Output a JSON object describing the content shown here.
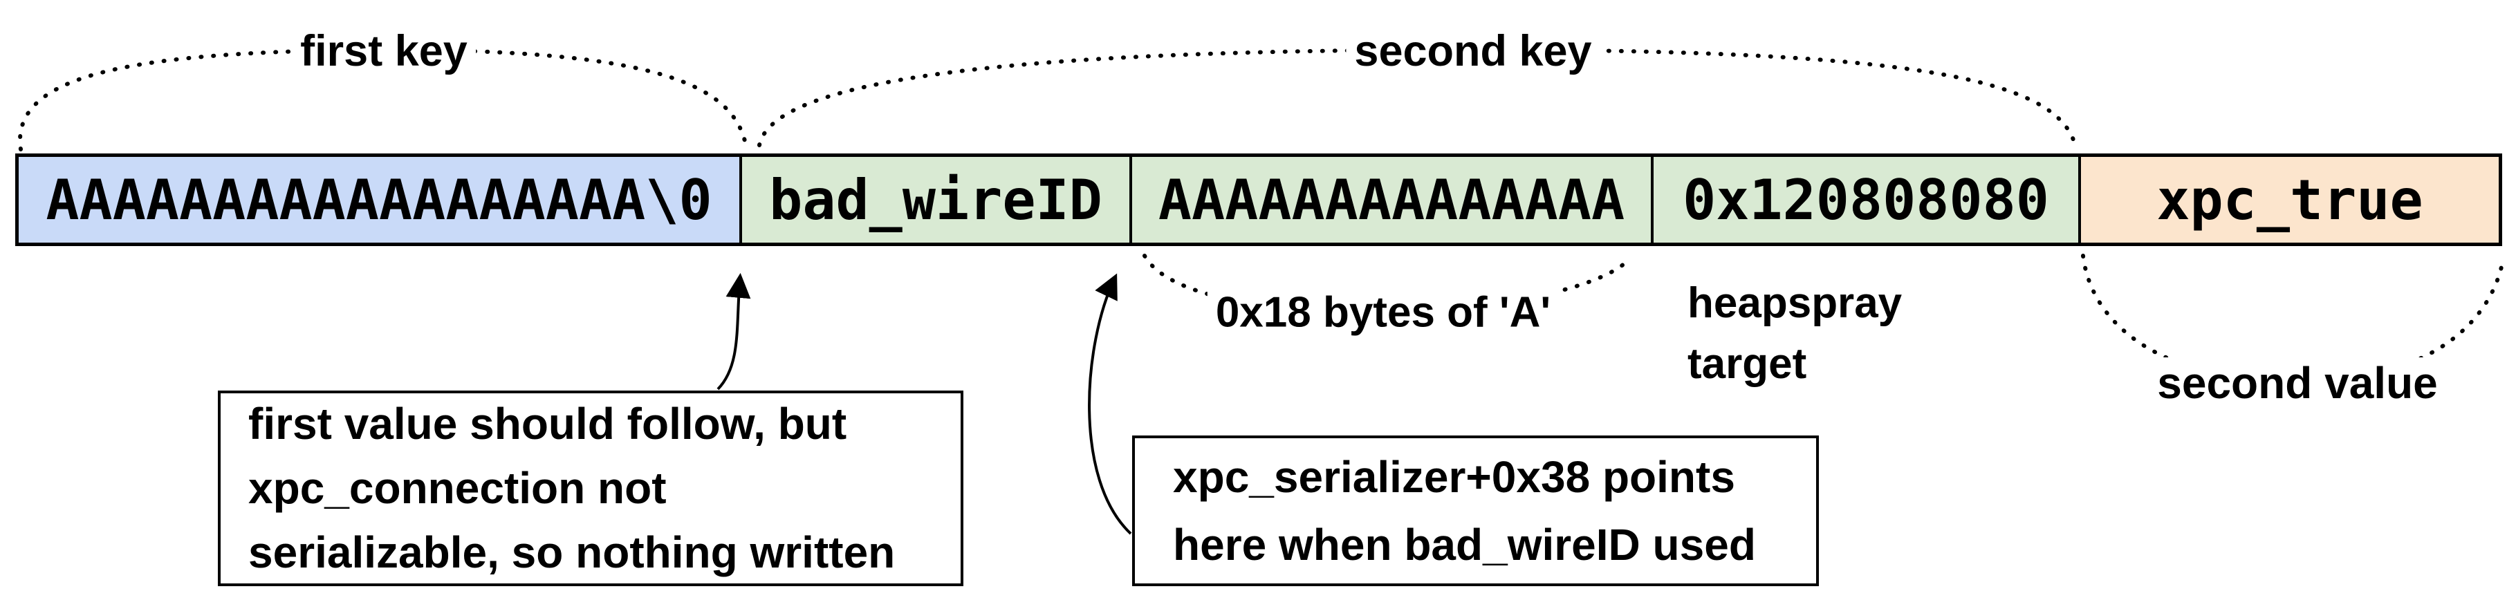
{
  "memory_row": {
    "cells": [
      {
        "id": "first-key-string",
        "text": "AAAAAAAAAAAAAAAAAA\\0",
        "fill": "#c9daf8"
      },
      {
        "id": "bad-wireid",
        "text": "bad_wireID",
        "fill": "#d9ead3"
      },
      {
        "id": "a-padding",
        "text": "AAAAAAAAAAAAAA",
        "fill": "#d9ead3"
      },
      {
        "id": "heapspray-address",
        "text": "0x120808080",
        "fill": "#d9ead3"
      },
      {
        "id": "second-value-cell",
        "text": "xpc_true",
        "fill": "#fce5cd"
      }
    ]
  },
  "annotations": {
    "first_key": "first key",
    "second_key": "second key",
    "bytes_of_a": "0x18 bytes of 'A'",
    "heapspray_line1": "heapspray",
    "heapspray_line2": "target",
    "second_value": "second value"
  },
  "callouts": [
    {
      "lines": [
        "first value should follow, but",
        "xpc_connection not",
        "serializable, so nothing written"
      ]
    },
    {
      "lines": [
        "xpc_serializer+0x38 points",
        "here when bad_wireID used"
      ]
    }
  ],
  "colors": {
    "cell_blue": "#c9daf8",
    "cell_green": "#d9ead3",
    "cell_orange": "#fce5cd",
    "border": "#000000",
    "annotation_ink": "#000000",
    "callout_bg": "#ffffff"
  }
}
